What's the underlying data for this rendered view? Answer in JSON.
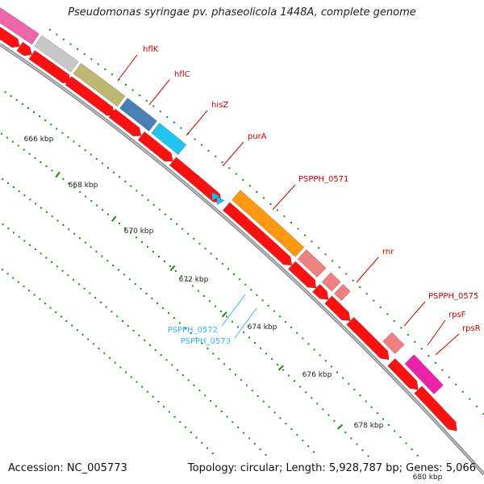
{
  "title": "Pseudomonas syringae pv. phaseolicola 1448A, complete genome",
  "footer": {
    "accession": "Accession: NC_005773",
    "summary": "Topology: circular; Length: 5,928,787 bp; Genes: 5,066"
  },
  "colors": {
    "cds": "#ff0000",
    "backbone": "#8c8c8c",
    "gene_label": "#cc0000",
    "rna_label": "#33bbee",
    "tick": "#1a8a1a"
  },
  "scale_labels": [
    "666 kbp",
    "668 kbp",
    "670 kbp",
    "672 kbp",
    "674 kbp",
    "676 kbp",
    "678 kbp",
    "680 kbp"
  ],
  "gene_labels": [
    {
      "text": "hflK",
      "kind": "cds"
    },
    {
      "text": "hflC",
      "kind": "cds"
    },
    {
      "text": "hisZ",
      "kind": "cds"
    },
    {
      "text": "purA",
      "kind": "cds"
    },
    {
      "text": "PSPPH_0571",
      "kind": "cds"
    },
    {
      "text": "rnr",
      "kind": "cds"
    },
    {
      "text": "PSPPH_0575",
      "kind": "cds"
    },
    {
      "text": "rpsF",
      "kind": "cds"
    },
    {
      "text": "rpsR",
      "kind": "cds"
    },
    {
      "text": "PSPPH_0572",
      "kind": "rna"
    },
    {
      "text": "PSPPH_0573",
      "kind": "rna"
    }
  ]
}
